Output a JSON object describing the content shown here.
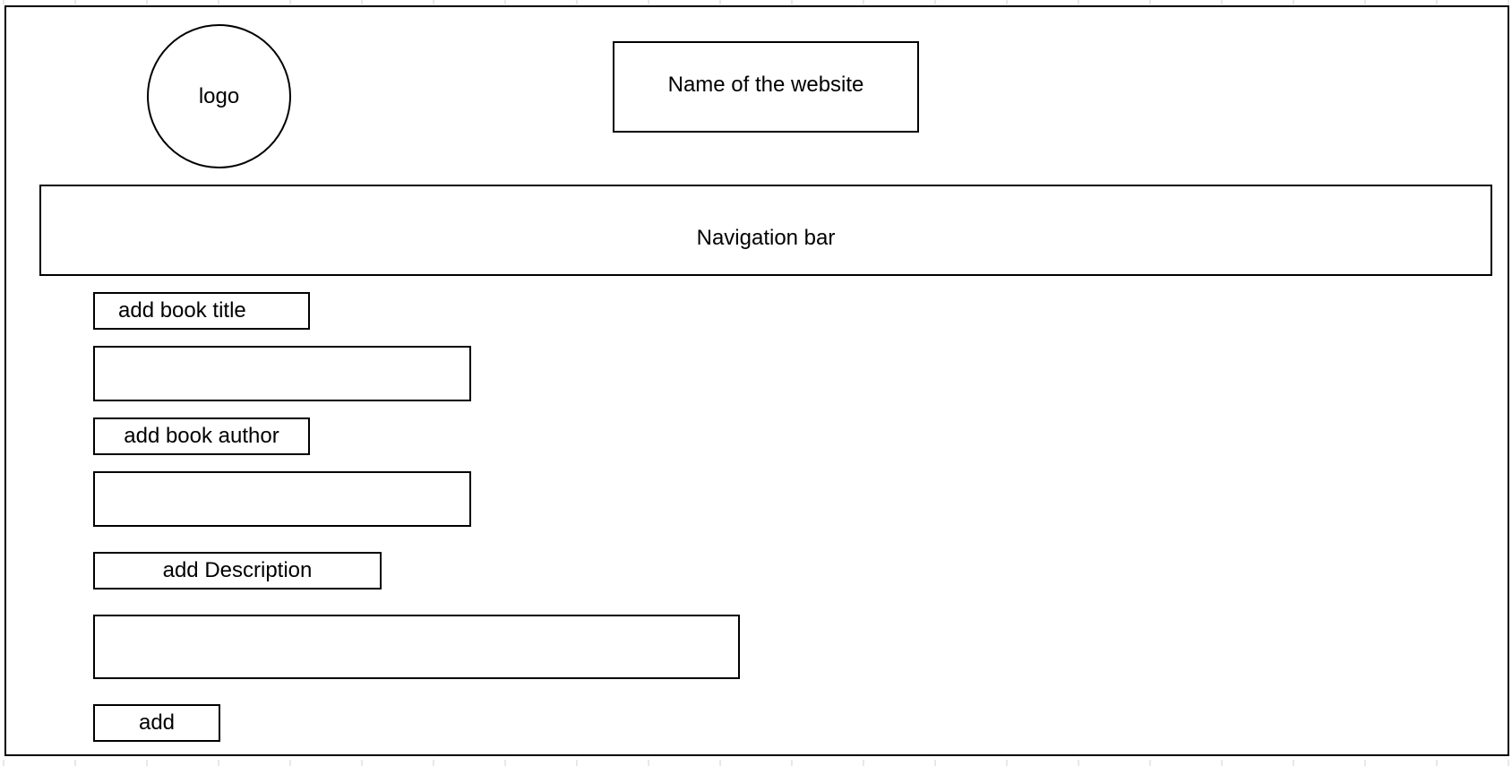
{
  "header": {
    "logo_text": "logo",
    "site_name": "Name of the website"
  },
  "nav": {
    "label": "Navigation bar"
  },
  "form": {
    "title_label": "add book title",
    "title_value": "",
    "author_label": "add book author",
    "author_value": "",
    "description_label": "add Description",
    "description_value": "",
    "add_label": "add"
  }
}
